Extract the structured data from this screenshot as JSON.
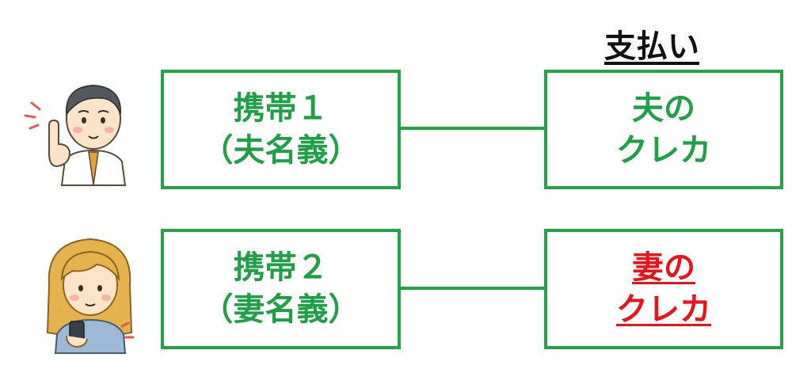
{
  "header": {
    "payment_label": "支払い"
  },
  "rows": [
    {
      "phone_line1": "携帯１",
      "phone_line2": "（夫名義）",
      "card_line1": "夫の",
      "card_line2": "クレカ"
    },
    {
      "phone_line1": "携帯２",
      "phone_line2": "（妻名義）",
      "card_line1": "妻の",
      "card_line2": "クレカ"
    }
  ],
  "colors": {
    "green": "#22a447",
    "red": "#e8141b",
    "text": "#111111"
  },
  "icons": {
    "husband": "man-pointing-icon",
    "wife": "woman-phone-icon"
  }
}
